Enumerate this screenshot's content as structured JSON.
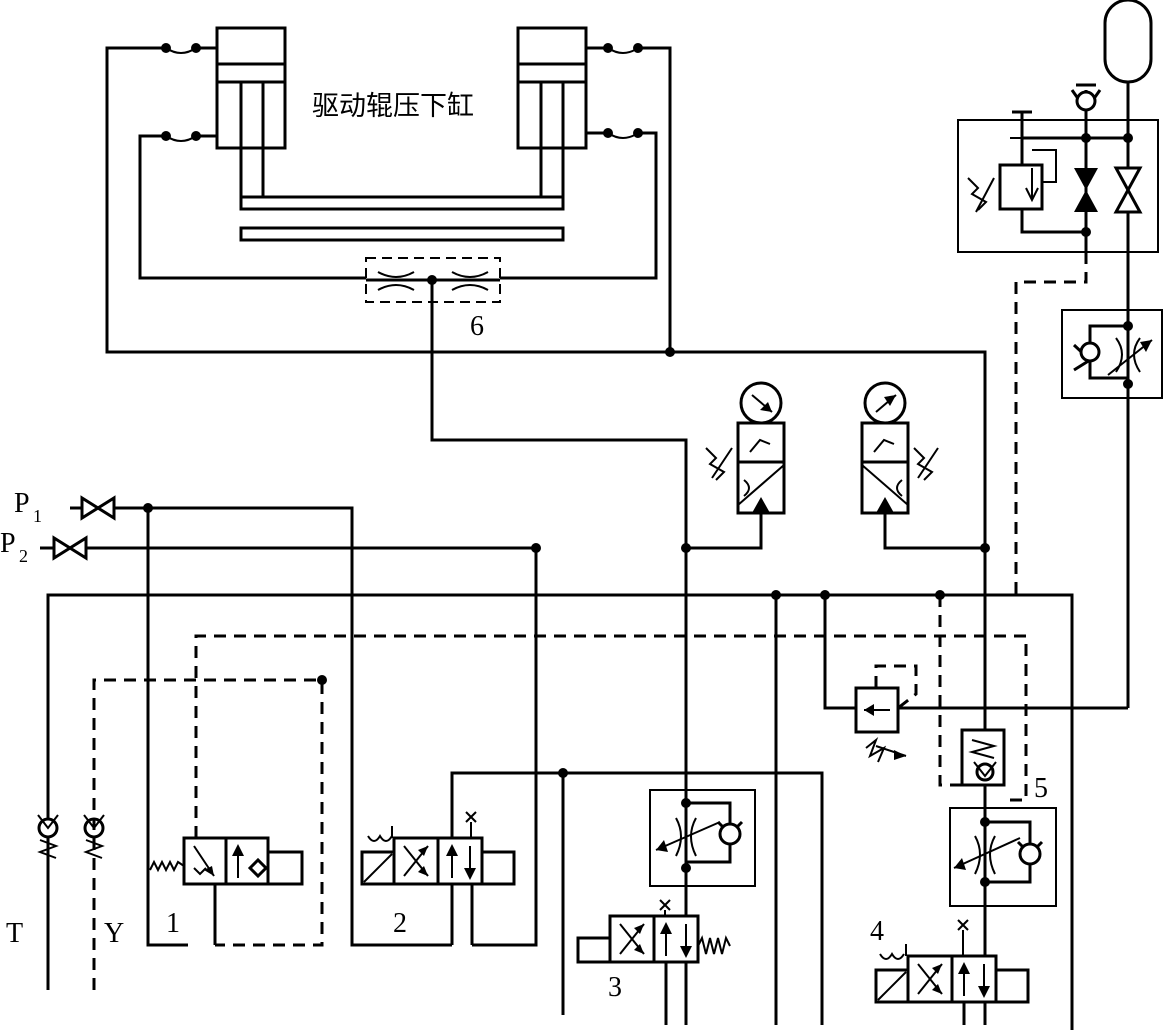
{
  "diagram": {
    "cylinder_title": "驱动辊压下缸",
    "ports": {
      "p1": "P",
      "p1_sub": "1",
      "p2": "P",
      "p2_sub": "2",
      "t": "T",
      "y": "Y"
    },
    "component_numbers": [
      "1",
      "2",
      "3",
      "4",
      "5",
      "6"
    ]
  }
}
